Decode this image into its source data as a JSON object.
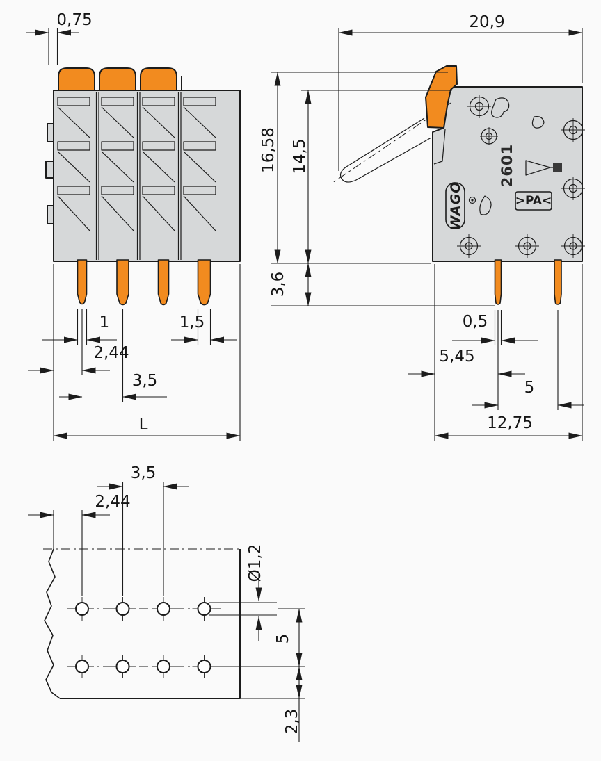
{
  "drawing": {
    "kind": "technical-dimension-drawing",
    "views": {
      "front": "front-view",
      "side": "side-view",
      "footprint": "drilling-plan-view"
    }
  },
  "labels": {
    "front": {
      "d075": "0,75",
      "d1": "1",
      "d15": "1,5",
      "d244": "2,44",
      "d35": "3,5",
      "dL": "L"
    },
    "side": {
      "d209": "20,9",
      "d1658": "16,58",
      "d145": "14,5",
      "d36": "3,6",
      "d05": "0,5",
      "d545": "5,45",
      "d5": "5",
      "d1275": "12,75",
      "series": "2601",
      "brand": "WAGO",
      "material": ">PA<"
    },
    "footprint": {
      "d35": "3,5",
      "d244": "2,44",
      "dia": "Ø1,2",
      "d5": "5",
      "d23": "2,3"
    }
  },
  "colors": {
    "accent_orange": "#f28b1f",
    "body_gray": "#d6d8d9",
    "detail_gray": "#c2c5c7",
    "dark": "#3a3a3a",
    "line": "#1c1c1c",
    "background": "#fafafa"
  }
}
